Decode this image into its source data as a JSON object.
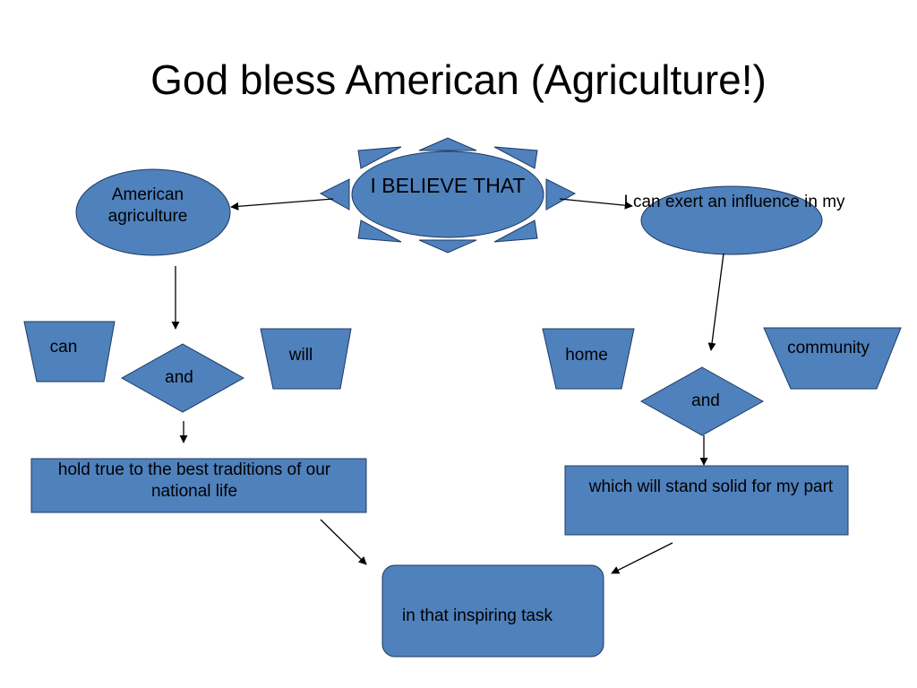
{
  "title": "God bless American (Agriculture!)",
  "colors": {
    "fill": "#4f81bd",
    "stroke": "#1f3a63",
    "text": "#000000",
    "arrow": "#000000"
  },
  "nodes": {
    "center": "I BELIEVE THAT",
    "left_top": "American agriculture",
    "right_top": "I can exert an influence in my",
    "can": "can",
    "will": "will",
    "and_left": "and",
    "home": "home",
    "community": "community",
    "and_right": "and",
    "left_box": "hold true to the best traditions of our national life",
    "right_box": "which will stand solid for my part",
    "bottom": "in that inspiring task"
  }
}
